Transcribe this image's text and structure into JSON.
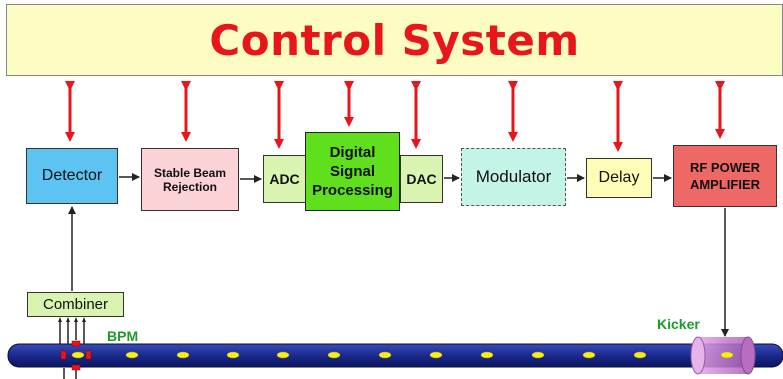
{
  "control_system": {
    "title": "Control System"
  },
  "blocks": {
    "detector": "Detector",
    "stable_beam_rejection": [
      "Stable Beam",
      "Rejection"
    ],
    "adc": "ADC",
    "dsp": [
      "Digital",
      "Signal",
      "Processing"
    ],
    "dac": "DAC",
    "modulator": "Modulator",
    "delay": "Delay",
    "rf_amplifier": [
      "RF POWER",
      "AMPLIFIER"
    ],
    "combiner": "Combiner"
  },
  "labels": {
    "bpm": "BPM",
    "kicker": "Kicker"
  },
  "colors": {
    "arrow_red": "#e8161a",
    "beam_pipe": "#1a2a8c",
    "beam_bunch": "#f6ee1a",
    "label_green": "#1a9d2a"
  }
}
